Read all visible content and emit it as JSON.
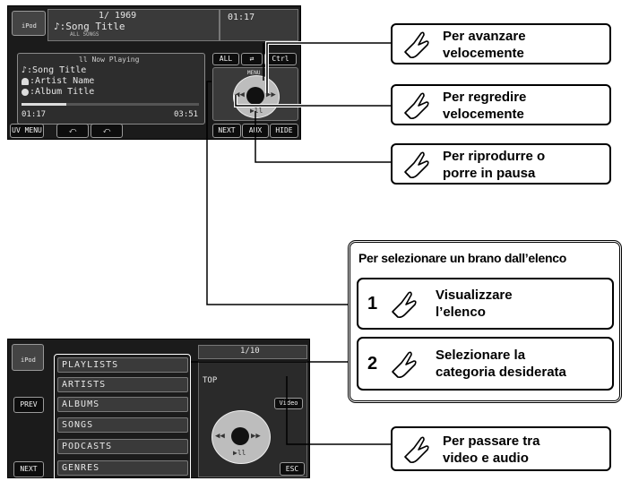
{
  "top_screen": {
    "track_counter": "1/ 1969",
    "time_of_day": "01:17",
    "song_title_header": "♪:Song Title",
    "mode_label": "ALL SONGS",
    "now_playing_label": "ll Now Playing",
    "song_line": "♪:Song Title",
    "artist_line": ":Artist Name",
    "album_line": ":Album Title",
    "elapsed": "01:17",
    "remaining": "03:51",
    "menu_label": "UV MENU",
    "option_labels": [
      "ALL",
      "Ctrl"
    ],
    "menu_small": "MENU",
    "next_label": "NEXT",
    "aux_label": "AUX",
    "hide_label": "HIDE",
    "ipod_label": "iPod"
  },
  "bottom_screen": {
    "ipod_label": "iPod",
    "counter": "1/10",
    "top_label": "TOP",
    "video_label": "Video",
    "prev_label": "PREV",
    "next_label": "NEXT",
    "esc_label": "ESC",
    "list_items": [
      "PLAYLISTS",
      "ARTISTS",
      "ALBUMS",
      "SONGS",
      "PODCASTS",
      "GENRES"
    ]
  },
  "callouts": {
    "fast_forward": [
      "Per avanzare",
      "velocemente"
    ],
    "fast_reverse": [
      "Per regredire",
      "velocemente"
    ],
    "play_pause": [
      "Per riprodurre o",
      "porre in pausa"
    ],
    "video_audio": [
      "Per passare tra",
      "video e audio"
    ]
  },
  "list_procedure": {
    "title": "Per selezionare un brano dall’elenco",
    "steps": [
      {
        "number": "1",
        "line1": "Visualizzare",
        "line2": "l’elenco"
      },
      {
        "number": "2",
        "line1": "Selezionare la",
        "line2": "categoria desiderata"
      }
    ]
  },
  "colors": {
    "screen": "#1b1b1b",
    "panel": "#2d2d2d",
    "callout_border": "#000000"
  }
}
